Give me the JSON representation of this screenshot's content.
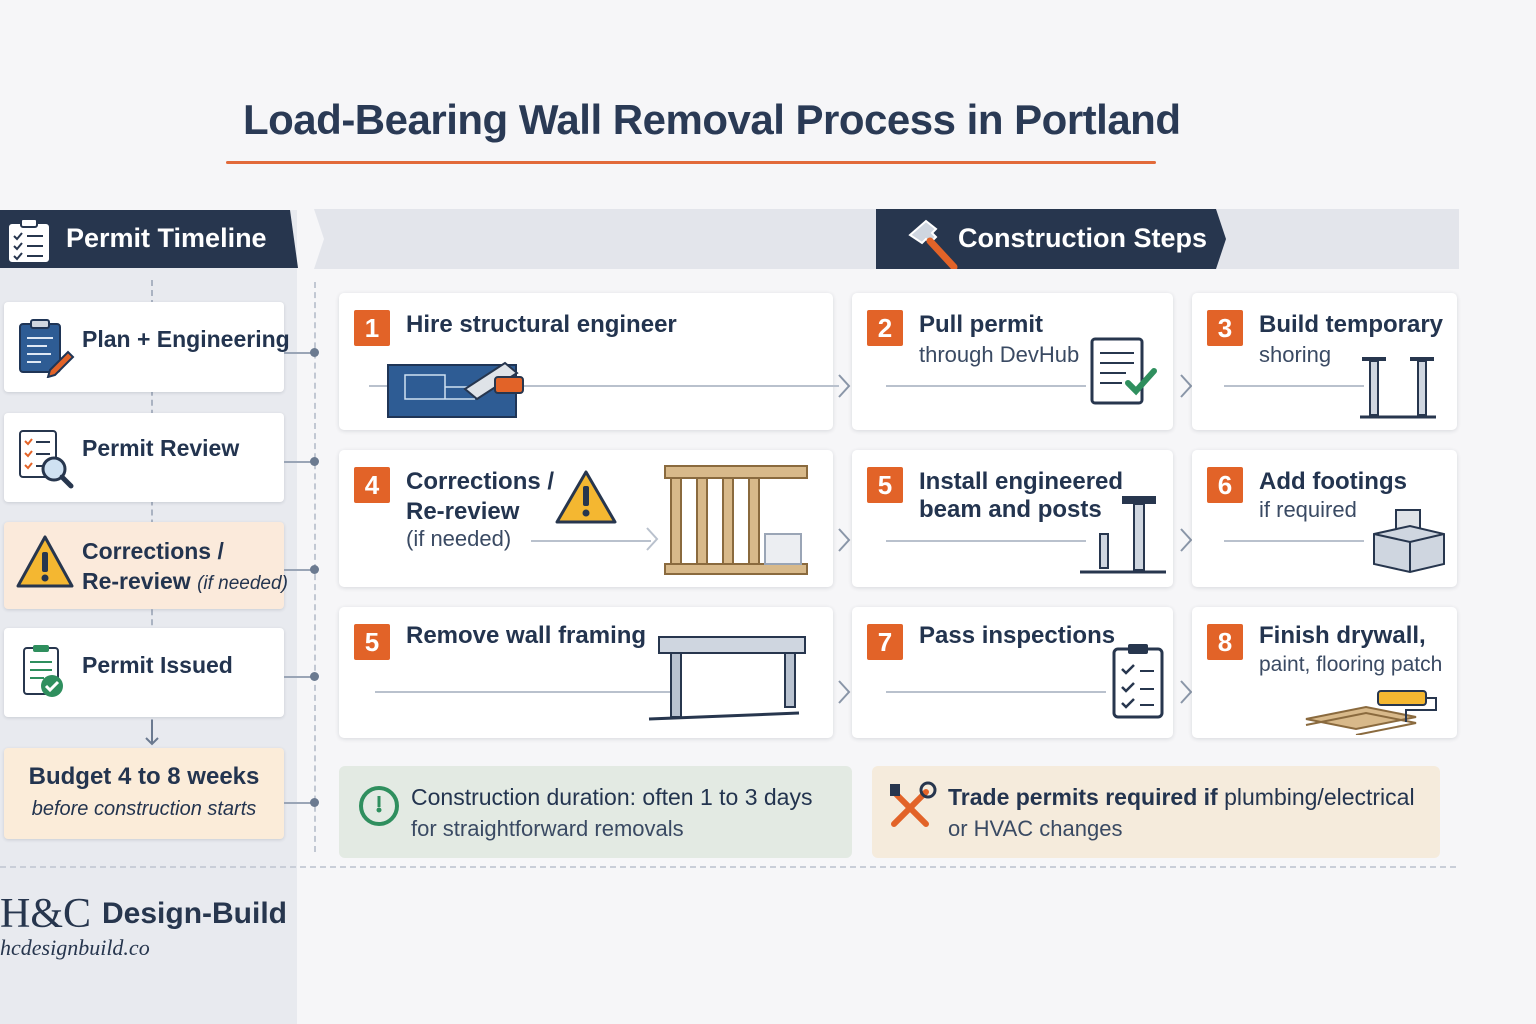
{
  "title": "Load-Bearing Wall Removal Process in Portland",
  "permit_timeline": {
    "header": "Permit Timeline",
    "items": [
      {
        "label": "Plan + Engineering",
        "icon": "clipboard-pencil-icon"
      },
      {
        "label": "Permit Review",
        "icon": "checklist-magnifier-icon"
      },
      {
        "label_line1": "Corrections /",
        "label_line2": "Re-review",
        "label_note": "(if needed)",
        "icon": "warning-icon"
      },
      {
        "label": "Permit Issued",
        "icon": "clipboard-check-icon"
      }
    ],
    "budget": {
      "line1": "Budget 4 to 8 weeks",
      "line2": "before construction starts"
    }
  },
  "construction_steps": {
    "header": "Construction Steps",
    "steps": [
      {
        "number": "1",
        "title": "Hire structural engineer",
        "subtitle": ""
      },
      {
        "number": "2",
        "title": "Pull permit",
        "subtitle": "through DevHub"
      },
      {
        "number": "3",
        "title": "Build temporary",
        "subtitle": "shoring"
      },
      {
        "number": "4",
        "title_line1": "Corrections /",
        "title_line2": "Re-review",
        "subtitle": "(if needed)"
      },
      {
        "number": "5",
        "title_line1": "Install engineered",
        "title_line2": "beam and posts"
      },
      {
        "number": "6",
        "title": "Add footings",
        "subtitle": "if required"
      },
      {
        "number": "5",
        "title": "Remove wall framing",
        "subtitle": ""
      },
      {
        "number": "7",
        "title": "Pass inspections",
        "subtitle": ""
      },
      {
        "number": "8",
        "title": "Finish drywall,",
        "subtitle": "paint, flooring patch"
      }
    ]
  },
  "notes": {
    "duration": {
      "line1": "Construction duration: often 1 to 3 days",
      "line2": "for straightforward removals"
    },
    "trade": {
      "line1_bold": "Trade permits required if",
      "line1_rest": " plumbing/electrical",
      "line2": "or HVAC changes"
    }
  },
  "brand": {
    "logo": "H&C",
    "name": "Design-Build",
    "url": "hcdesignbuild.co"
  },
  "colors": {
    "navy": "#27364e",
    "accent": "#e26328",
    "warn_bg": "#fbeadb"
  }
}
